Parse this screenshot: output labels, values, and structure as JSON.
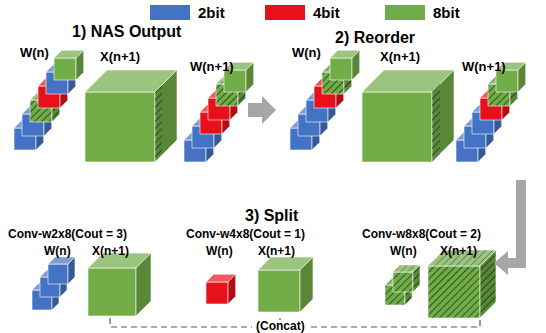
{
  "diagram": {
    "labels": [
      "1) NAS Output",
      "2) Reorder",
      "W(n)",
      "X(n+1)",
      "W(n+1)",
      "W(n)",
      "X(n+1)",
      "W(n+1)",
      "3) Split",
      "Conv-w2x8(Cout = 3)",
      "Conv-w4x8(Cout = 1)",
      "Conv-w8x8(Cout = 2)",
      "W(n)",
      "X(n+1)",
      "W(n)",
      "X(n+1)",
      "W(n)",
      "X(n+1)",
      "(Concat)"
    ],
    "legend": [
      {
        "text": "2bit",
        "color": "#4472c4"
      },
      {
        "text": "4bit",
        "color": "#e8101a"
      },
      {
        "text": "8bit",
        "color": "#70ad47"
      }
    ]
  }
}
